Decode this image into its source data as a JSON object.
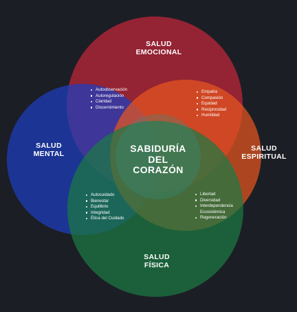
{
  "circles": [
    {
      "id": "emocional",
      "title": "SALUD\nEMOCIONAL",
      "color": "#c4263a"
    },
    {
      "id": "mental",
      "title": "SALUD\nMENTAL",
      "color": "#1d3fbf"
    },
    {
      "id": "espiritual",
      "title": "SALUD\nESPIRITUAL",
      "color": "#e6561f"
    },
    {
      "id": "fisica",
      "title": "SALUD\nFÍSICA",
      "color": "#1c7a43"
    }
  ],
  "center": {
    "title": "SABIDURÍA\nDEL\nCORAZÓN",
    "color": "#28978f"
  },
  "lists": {
    "emocional_mental": [
      "Autoobservación",
      "Autoregulación",
      "Claridad",
      "Discernimiento"
    ],
    "emocional_espiritual": [
      "Empatía",
      "Compasión",
      "Equidad",
      "Reciprocidad",
      "Humildad"
    ],
    "mental_fisica": [
      "Autocuidado",
      "Bienestar",
      "Equilibrio",
      "Integridad",
      "Ética del Cuidado"
    ],
    "espiritual_fisica": [
      "Libertad",
      "Diversidad",
      "Interdependencia\nEcosistémica",
      "Regeneración"
    ]
  }
}
